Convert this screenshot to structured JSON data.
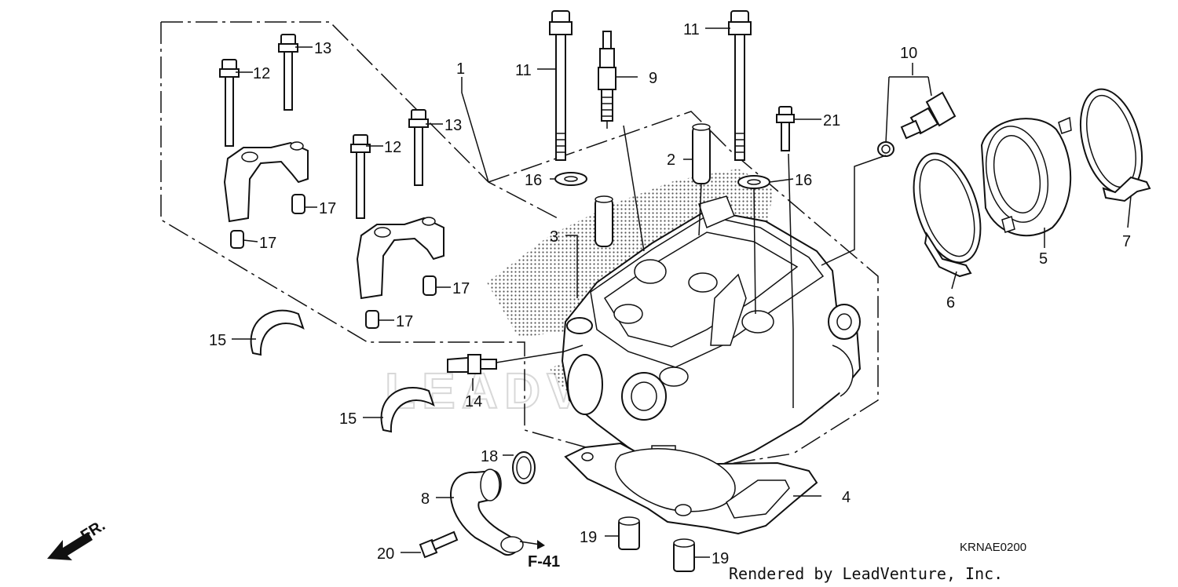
{
  "diagram": {
    "reference_code": "KRNAE0200",
    "credit": "Rendered by LeadVenture, Inc.",
    "watermark": "LEADVENTURE",
    "front_marker": "FR.",
    "cross_reference": "F-41"
  },
  "callouts": {
    "c1": "1",
    "c2": "2",
    "c3": "3",
    "c4": "4",
    "c5": "5",
    "c6": "6",
    "c7": "7",
    "c8": "8",
    "c9": "9",
    "c10": "10",
    "c11a": "11",
    "c11b": "11",
    "c12a": "12",
    "c12b": "12",
    "c13a": "13",
    "c13b": "13",
    "c14": "14",
    "c15a": "15",
    "c15b": "15",
    "c16a": "16",
    "c16b": "16",
    "c17a": "17",
    "c17b": "17",
    "c17c": "17",
    "c17d": "17",
    "c18": "18",
    "c19a": "19",
    "c19b": "19",
    "c20": "20",
    "c21": "21"
  }
}
